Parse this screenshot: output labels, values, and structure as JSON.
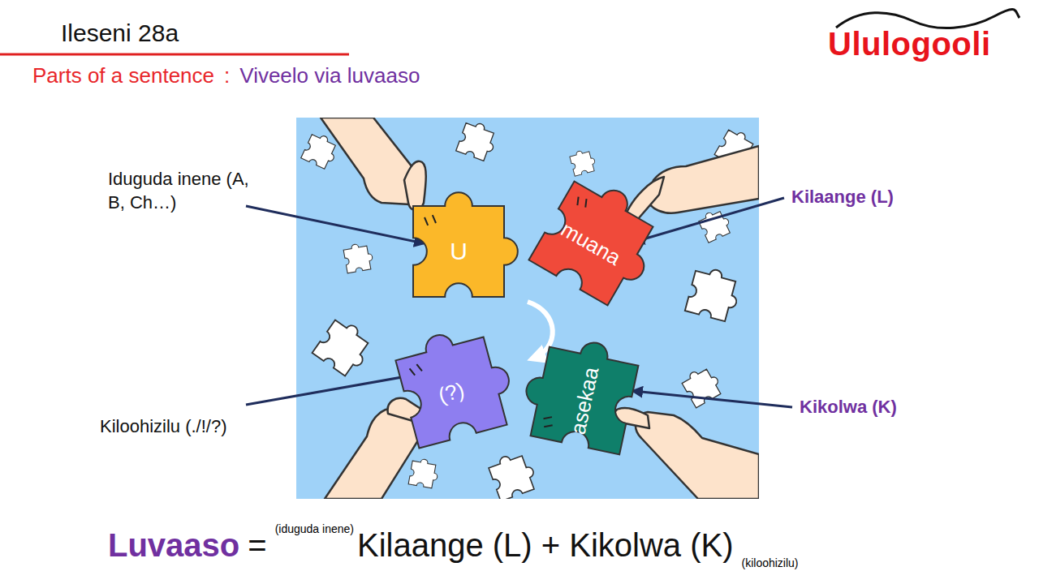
{
  "diagram": {
    "title": "Ileseni 28a",
    "nodes": [
      {
        "text": [
          "U"
        ]
      },
      {
        "text": [
          "muana"
        ]
      },
      {
        "text": [
          "(?)"
        ]
      },
      {
        "text": [
          "asekaa"
        ]
      }
    ],
    "labels": [
      "Parts of a sentence",
      ":",
      "Viveelo via luvaaso",
      "Ululogooli",
      "Iduguda inene (A, B, Ch…)",
      "Kilaange (L)",
      "Kiloohizilu (./!/?)",
      "Kikolwa (K)",
      "Luvaaso",
      "=",
      "(iduguda inene)",
      "Kilaange (L) + Kikolwa (K)",
      "(kiloohizilu)"
    ]
  }
}
